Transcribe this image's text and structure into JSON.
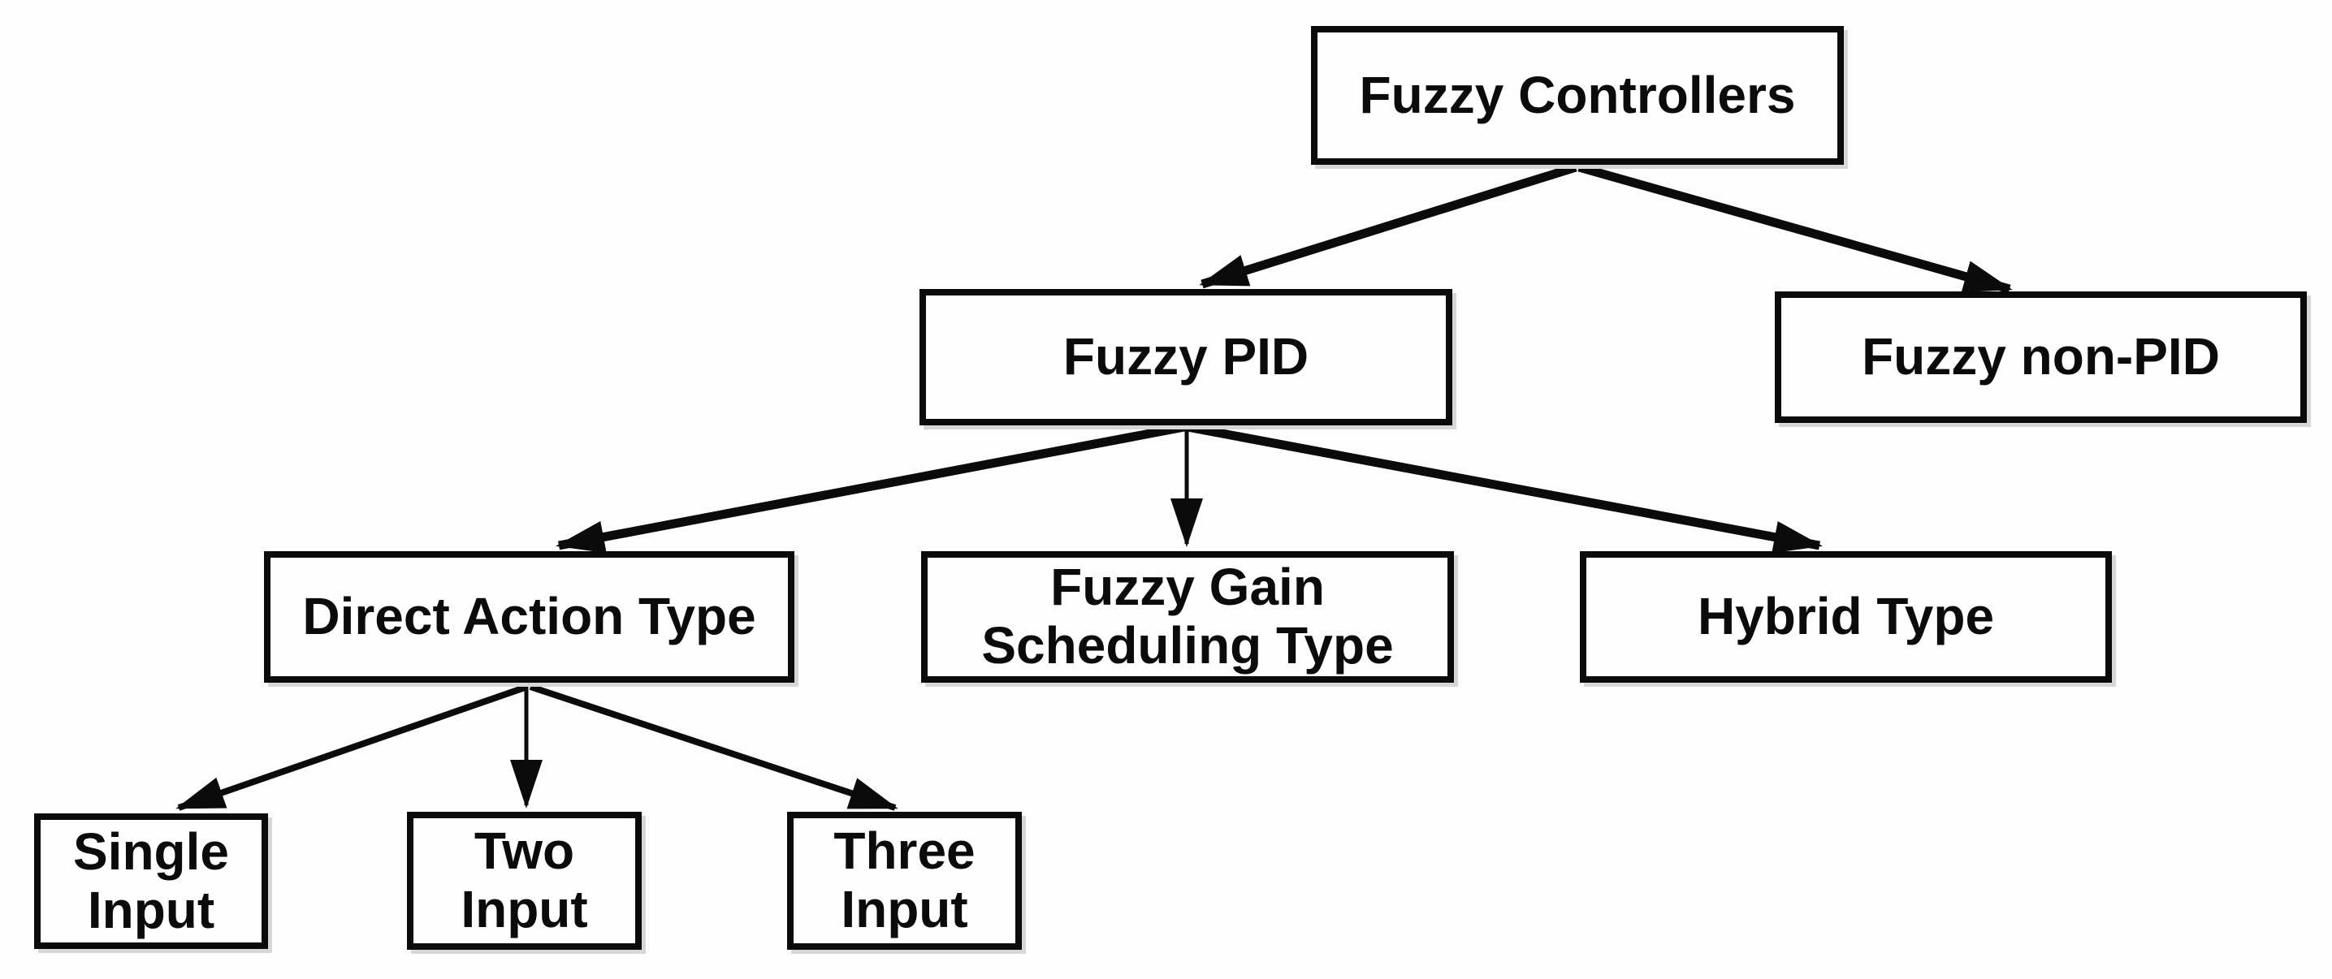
{
  "diagram": {
    "title": "Fuzzy Controllers classification tree",
    "type": "tree",
    "nodes": {
      "fuzzy_controllers": {
        "label": "Fuzzy Controllers"
      },
      "fuzzy_pid": {
        "label": "Fuzzy PID"
      },
      "fuzzy_non_pid": {
        "label": "Fuzzy non-PID"
      },
      "direct_action": {
        "label": "Direct Action Type"
      },
      "fuzzy_gain": {
        "label": "Fuzzy Gain\nScheduling Type"
      },
      "hybrid": {
        "label": "Hybrid Type"
      },
      "single_input": {
        "label": "Single\nInput"
      },
      "two_input": {
        "label": "Two\nInput"
      },
      "three_input": {
        "label": "Three\nInput"
      }
    },
    "edges": [
      {
        "from": "fuzzy_controllers",
        "to": "fuzzy_pid"
      },
      {
        "from": "fuzzy_controllers",
        "to": "fuzzy_non_pid"
      },
      {
        "from": "fuzzy_pid",
        "to": "direct_action"
      },
      {
        "from": "fuzzy_pid",
        "to": "fuzzy_gain"
      },
      {
        "from": "fuzzy_pid",
        "to": "hybrid"
      },
      {
        "from": "direct_action",
        "to": "single_input"
      },
      {
        "from": "direct_action",
        "to": "two_input"
      },
      {
        "from": "direct_action",
        "to": "three_input"
      }
    ],
    "colors": {
      "background": "#fdfdfd",
      "box_fill": "#fefefe",
      "box_border": "#0b0b0b",
      "arrow": "#0b0b0b",
      "text": "#0b0b0b"
    }
  }
}
